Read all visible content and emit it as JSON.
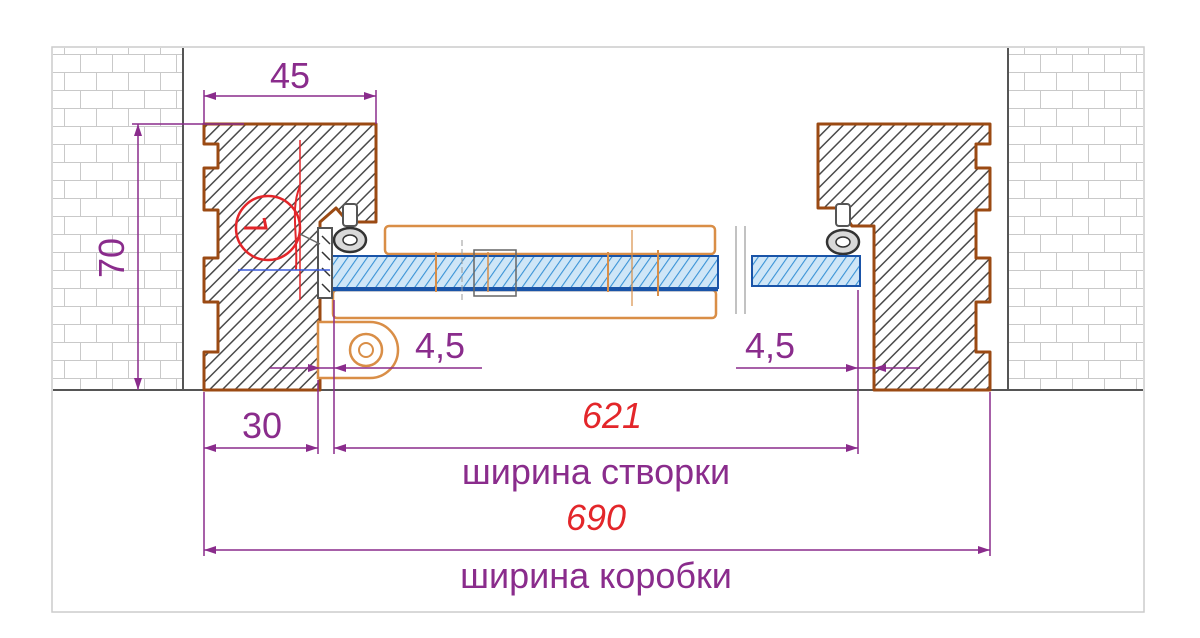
{
  "colors": {
    "dimension": "#8a2c8c",
    "accent_red": "#e3262a",
    "wood_outline": "#9b4a13",
    "hatch": "#4a4a4a",
    "glass": "#3a93d6",
    "leaf_outline": "#d98e47",
    "wall_lines": "#b9b9b9",
    "frame": "#cccccc"
  },
  "dimensions": {
    "frame_depth": "45",
    "frame_height": "70",
    "hinge_offset": "30",
    "gap_left": "4,5",
    "gap_right": "4,5",
    "leaf_width": "621",
    "frame_width": "690"
  },
  "captions": {
    "leaf_width": "ширина створки",
    "frame_width": "ширина коробки"
  }
}
